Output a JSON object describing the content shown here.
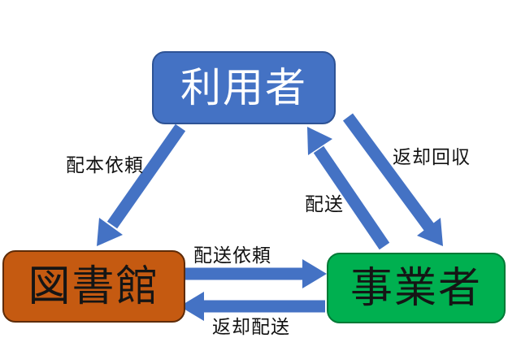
{
  "diagram": {
    "title": "book-delivery-flow",
    "background_color": "#ffffff",
    "arrow_color": "#4472C4",
    "nodes": [
      {
        "id": "user",
        "label": "利用者",
        "fill": "#4472C4",
        "border": "#2E5395",
        "text_color": "#ffffff"
      },
      {
        "id": "library",
        "label": "図書館",
        "fill": "#C55A11",
        "border": "#5E2B07",
        "text_color": "#151515"
      },
      {
        "id": "business",
        "label": "事業者",
        "fill": "#00B050",
        "border": "#007A36",
        "text_color": "#151515"
      }
    ],
    "edges": [
      {
        "id": "haihon-irai",
        "label": "配本依頼",
        "from": "利用者",
        "to": "図書館"
      },
      {
        "id": "haiso-irai",
        "label": "配送依頼",
        "from": "図書館",
        "to": "事業者"
      },
      {
        "id": "henkyaku-haiso",
        "label": "返却配送",
        "from": "事業者",
        "to": "図書館"
      },
      {
        "id": "haiso",
        "label": "配送",
        "from": "事業者",
        "to": "利用者"
      },
      {
        "id": "henkyaku-kaishu",
        "label": "返却回収",
        "from": "利用者",
        "to": "事業者"
      }
    ]
  }
}
